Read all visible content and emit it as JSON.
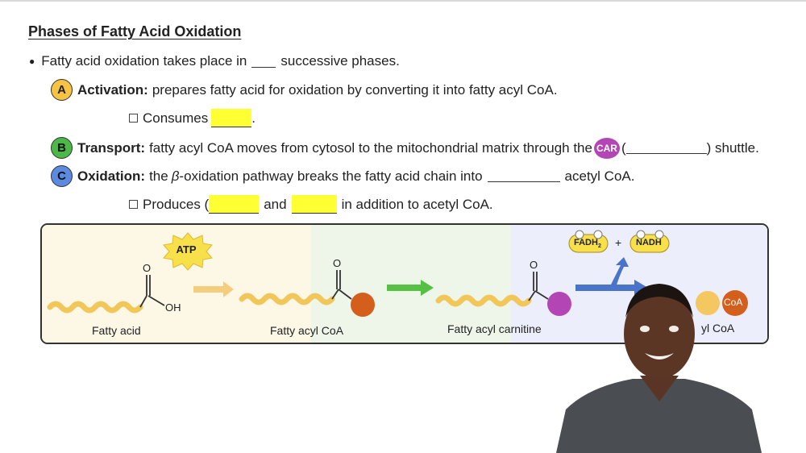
{
  "title": "Phases of Fatty Acid Oxidation",
  "intro": {
    "text_before": "Fatty acid oxidation takes place in",
    "text_after": "successive phases."
  },
  "phase_a": {
    "badge": "A",
    "heading": "Activation:",
    "text": "prepares fatty acid for oxidation by converting it into fatty acyl CoA.",
    "sub_text": "Consumes"
  },
  "phase_b": {
    "badge": "B",
    "heading": "Transport:",
    "text": "fatty acyl CoA moves from cytosol to the mitochondrial matrix through the",
    "car": "CAR",
    "paren_open": "(",
    "text_after": ") shuttle."
  },
  "phase_c": {
    "badge": "C",
    "heading": "Oxidation:",
    "text_before": "the",
    "beta": "β",
    "text_mid": "-oxidation pathway breaks the fatty acid chain into",
    "text_after": "acetyl CoA.",
    "sub_before": "Produces (",
    "sub_and": "and",
    "sub_after": "in addition to acetyl CoA."
  },
  "diagram": {
    "atp": "ATP",
    "o_labels": [
      "O",
      "O",
      "O"
    ],
    "oh": "OH",
    "fadh": "FADH",
    "fadh_sub": "2",
    "plus": "+",
    "nadh": "NADH",
    "coa": "CoA",
    "labels": [
      "Fatty acid",
      "Fatty acyl CoA",
      "Fatty acyl carnitine",
      "yl CoA"
    ],
    "colors": {
      "zone1": "#fdf7e6",
      "zone2": "#eef6ea",
      "zone3": "#eceefb",
      "chain": "#f1c75a",
      "coa_ball": "#d45f1c",
      "carnitine_ball": "#b445b5",
      "green_arrow": "#56c042",
      "blue_arrow": "#4a74c9"
    }
  }
}
